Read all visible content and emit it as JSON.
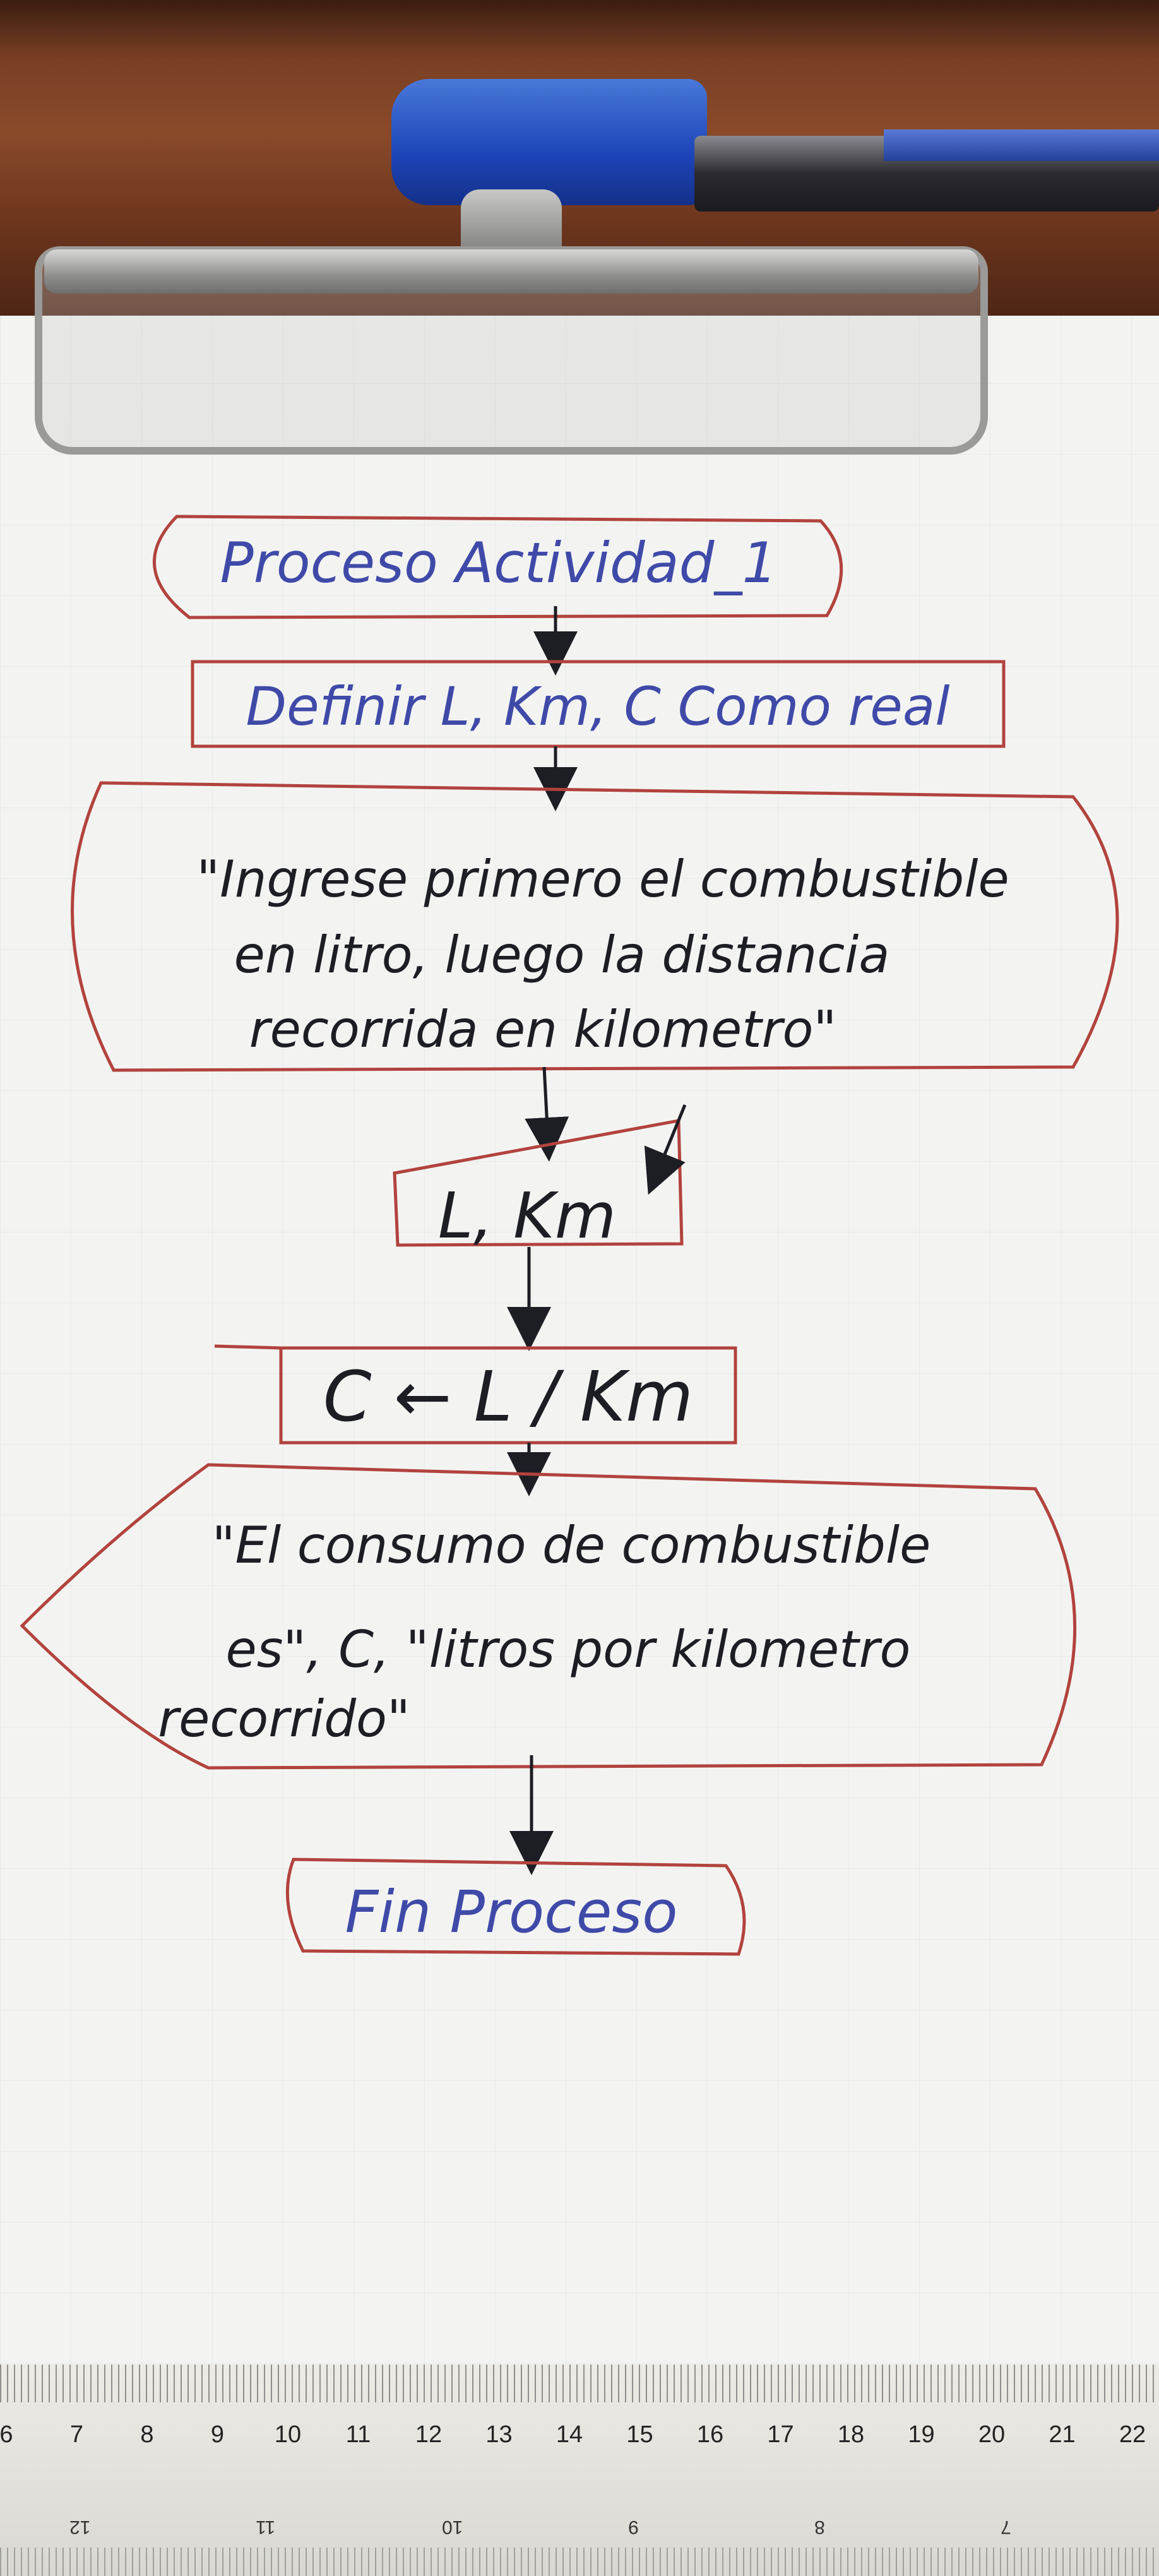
{
  "flowchart": {
    "start": "Proceso Actividad_1",
    "define": "Definir L, Km, C Como real",
    "output1": {
      "line1": "\"Ingrese primero el combustible",
      "line2": "en litro, luego la distancia",
      "line3": "recorrida en kilometro\""
    },
    "input": "L, Km",
    "process": "C ← L / Km",
    "output2": {
      "line1": "\"El consumo de combustible",
      "line2": "es\", C, \"litros por kilometro",
      "line3": "recorrido\""
    },
    "end": "Fin Proceso"
  },
  "ruler": {
    "upper_numbers": [
      "6",
      "7",
      "8",
      "9",
      "10",
      "11",
      "12",
      "13",
      "14",
      "15",
      "16",
      "17",
      "18",
      "19",
      "20",
      "21",
      "22"
    ],
    "lower_numbers": [
      "12",
      "11",
      "10",
      "9",
      "8",
      "7"
    ]
  },
  "colors": {
    "shape_outline": "#b2433d",
    "ink_blue": "#3f4aa8",
    "ink_black": "#1d1d24",
    "paper": "#f3f4f2"
  }
}
